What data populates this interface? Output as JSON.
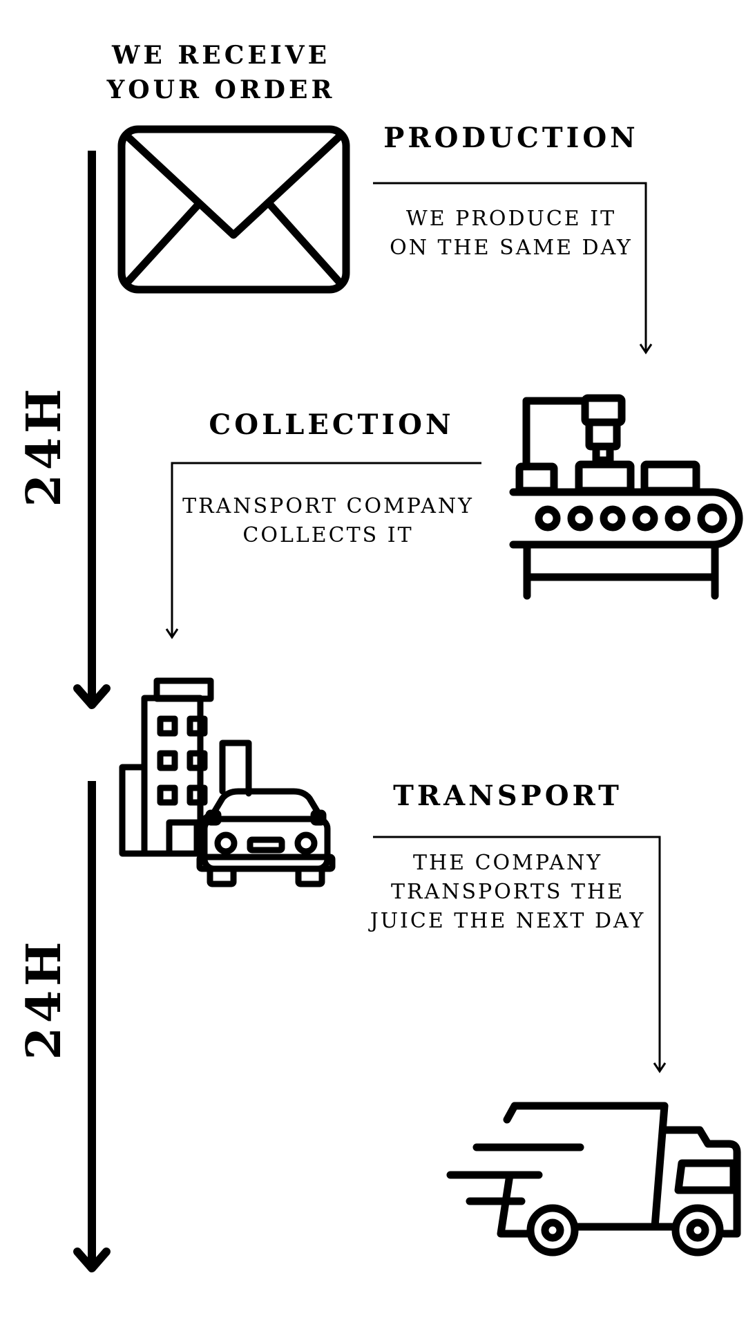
{
  "steps": {
    "receive": {
      "title_line1": "WE RECEIVE",
      "title_line2": "YOUR ORDER"
    },
    "production": {
      "title": "PRODUCTION",
      "desc_line1": "WE PRODUCE IT",
      "desc_line2": "ON THE SAME DAY"
    },
    "collection": {
      "title": "COLLECTION",
      "desc_line1": "TRANSPORT COMPANY",
      "desc_line2": "COLLECTS IT"
    },
    "transport": {
      "title": "TRANSPORT",
      "desc_line1": "THE COMPANY",
      "desc_line2": "TRANSPORTS THE",
      "desc_line3": "JUICE THE NEXT DAY"
    }
  },
  "timeline": {
    "first_duration": "24H",
    "second_duration": "24H"
  },
  "icons": [
    "envelope-icon",
    "conveyor-belt-icon",
    "building-car-icon",
    "delivery-truck-icon"
  ],
  "colors": {
    "ink": "#000000",
    "background": "#ffffff"
  }
}
